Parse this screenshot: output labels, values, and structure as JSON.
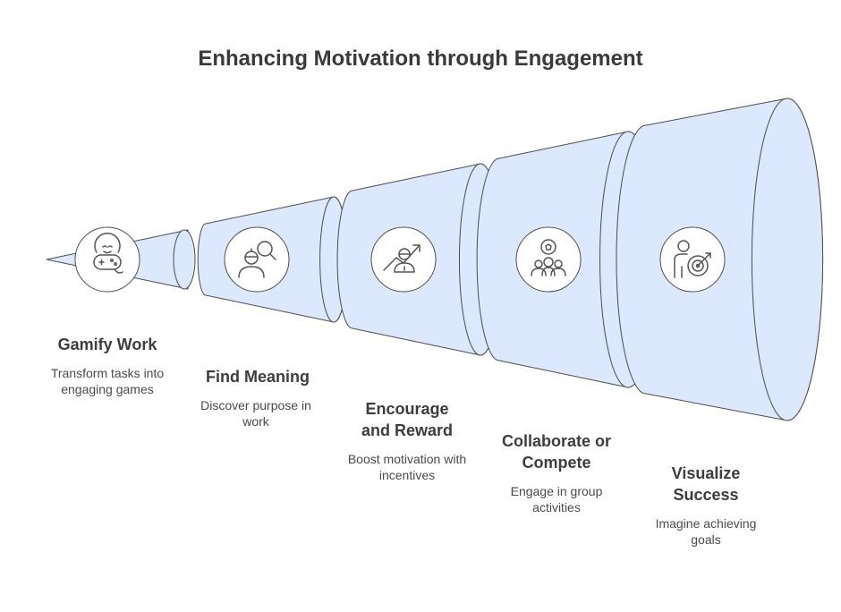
{
  "title": "Enhancing Motivation through Engagement",
  "colors": {
    "fill": "#dbe8fd",
    "stroke": "#4d4d4d",
    "icon_bg": "#ffffff",
    "icon_stroke": "#555555"
  },
  "steps": [
    {
      "title_lines": [
        "Gamify Work"
      ],
      "desc_lines": [
        "Transform tasks into",
        "engaging games"
      ],
      "icon": "gamepad-icon"
    },
    {
      "title_lines": [
        "Find Meaning"
      ],
      "desc_lines": [
        "Discover purpose in",
        "work"
      ],
      "icon": "person-search-icon"
    },
    {
      "title_lines": [
        "Encourage",
        "and Reward"
      ],
      "desc_lines": [
        "Boost motivation with",
        "incentives"
      ],
      "icon": "growth-reward-icon"
    },
    {
      "title_lines": [
        "Collaborate or",
        "Compete"
      ],
      "desc_lines": [
        "Engage in group",
        "activities"
      ],
      "icon": "team-ball-icon"
    },
    {
      "title_lines": [
        "Visualize",
        "Success"
      ],
      "desc_lines": [
        "Imagine achieving",
        "goals"
      ],
      "icon": "person-target-icon"
    }
  ]
}
